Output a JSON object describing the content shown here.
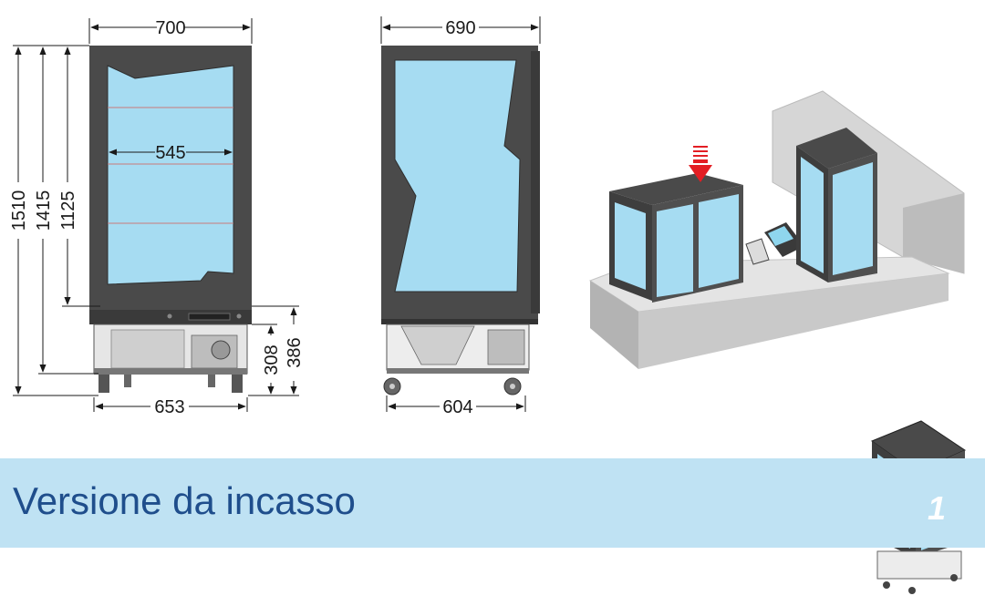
{
  "dimensions": {
    "front_width": "700",
    "inner_width": "545",
    "height_total": "1510",
    "height_mid": "1415",
    "height_glass": "1125",
    "base_width": "653",
    "base_height_a": "308",
    "base_height_b": "386",
    "side_depth": "690",
    "side_base": "604"
  },
  "banner": {
    "title": "Versione da incasso",
    "badge_number": "1"
  },
  "colors": {
    "glass": "#a6dcf2",
    "frame": "#4a4a4a",
    "banner": "#bfe2f3",
    "title": "#1f4e8c",
    "arrow": "#e31e24"
  }
}
